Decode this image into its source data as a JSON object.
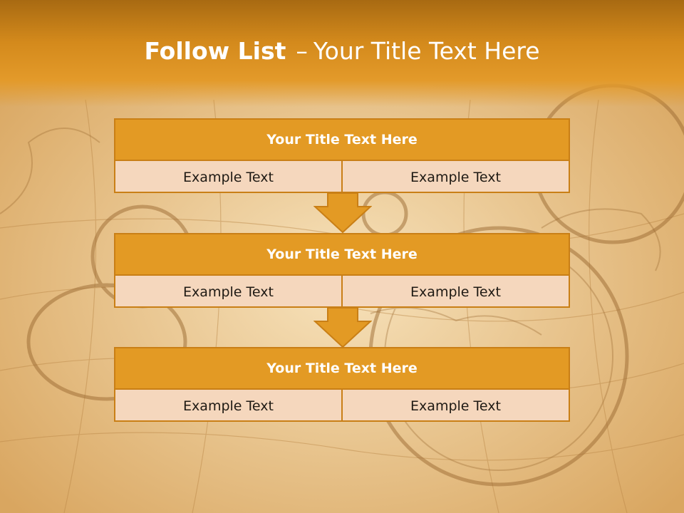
{
  "slide": {
    "title_bold": "Follow List",
    "title_sep": "–",
    "title_rest": "Your Title Text Here"
  },
  "steps": [
    {
      "title": "Your Title Text Here",
      "left": "Example Text",
      "right": "Example Text"
    },
    {
      "title": "Your Title Text Here",
      "left": "Example Text",
      "right": "Example Text"
    },
    {
      "title": "Your Title Text Here",
      "left": "Example Text",
      "right": "Example Text"
    }
  ],
  "colors": {
    "header": "#d48a1c",
    "box_head": "#e39a24",
    "box_body": "#f5d7bd",
    "border": "#c97f16",
    "arrow": "#e39a24"
  }
}
